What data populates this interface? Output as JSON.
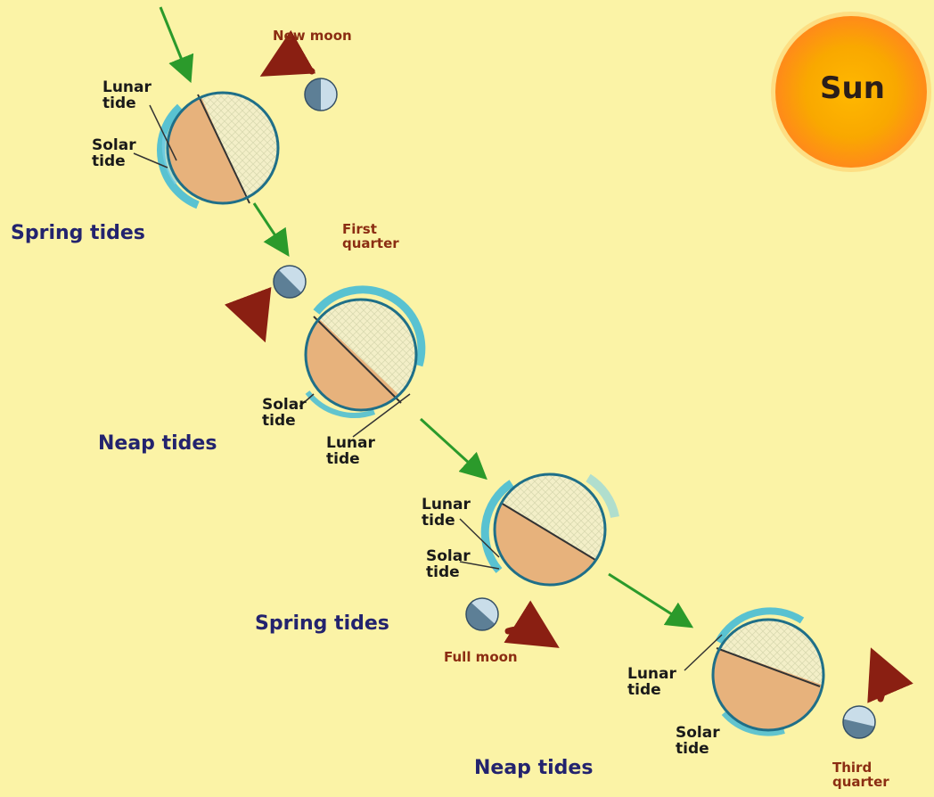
{
  "sun": {
    "label": "Sun",
    "color": "#f7b600",
    "glow": "#ff9a10"
  },
  "phases": [
    {
      "id": "new",
      "label": "New moon"
    },
    {
      "id": "first",
      "label": "First\nquarter"
    },
    {
      "id": "full",
      "label": "Full moon"
    },
    {
      "id": "third",
      "label": "Third\nquarter"
    }
  ],
  "earths": [
    {
      "group": "Spring tides",
      "lunar": "Lunar\ntide",
      "solar": "Solar\ntide"
    },
    {
      "group": "Neap tides",
      "lunar": "Lunar\ntide",
      "solar": "Solar\ntide"
    },
    {
      "group": "Spring tides",
      "lunar": "Lunar\ntide",
      "solar": "Solar\ntide"
    },
    {
      "group": "Neap tides",
      "lunar": "Lunar\ntide",
      "solar": "Solar\ntide"
    }
  ],
  "colors": {
    "background": "#fbf3a6",
    "land": "#e7b27c",
    "sea_pattern": "#f2eec4",
    "tide_bulge": "#3cb8d8",
    "orbit_arrow": "#2b9a2b",
    "moon_arrow": "#8a1f12",
    "moon_dark": "#5d7f96",
    "moon_light": "#c9dde9"
  }
}
